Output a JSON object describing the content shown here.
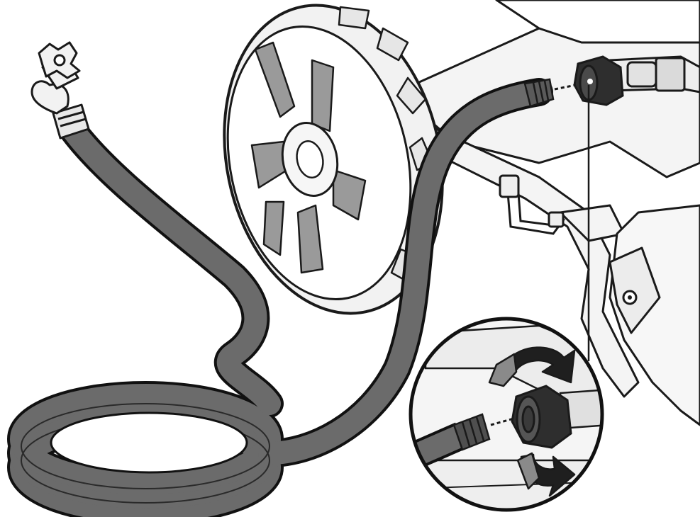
{
  "figure": {
    "parts": [
      "faucet",
      "garden-hose",
      "hose-end-fitting",
      "wheel",
      "frame",
      "water-inlet",
      "coupling-nut",
      "engine-housing"
    ],
    "callout": {
      "detail": "inlet-connection",
      "arrows": [
        "rotate-clockwise-arrow",
        "rotate-counterclockwise-arrow"
      ]
    }
  },
  "colors": {
    "hose": "#6b6b6b",
    "hose_outline": "#111111",
    "outline": "#1a1a1a",
    "machine_fill": "#f4f4f4",
    "shadow": "#cfcfcf",
    "arrow_dark": "#1f1f1f",
    "arrow_gray": "#8a8a8a",
    "fitting": "#e6e6e6"
  }
}
